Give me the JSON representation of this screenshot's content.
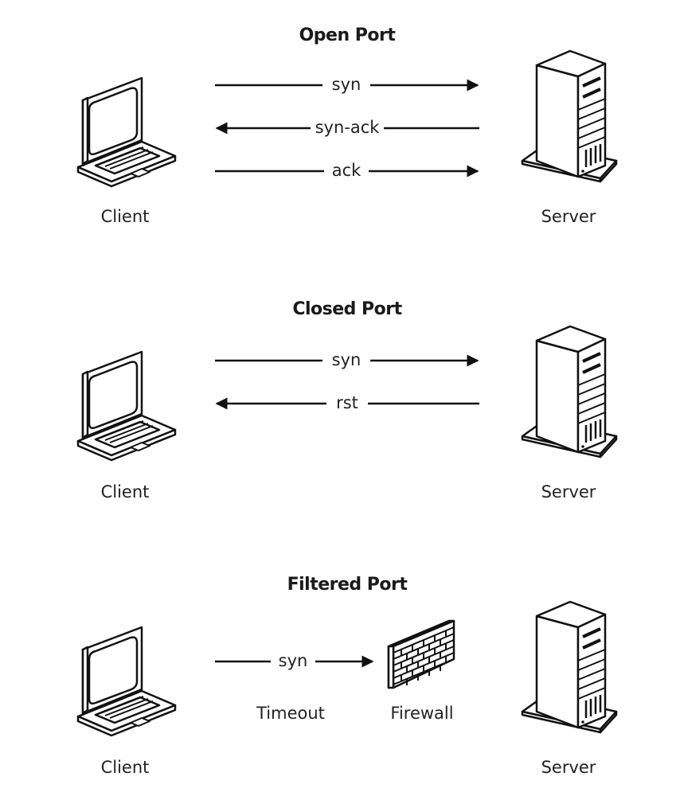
{
  "sections": [
    {
      "title": "Open Port",
      "client_label": "Client",
      "server_label": "Server",
      "messages": [
        {
          "label": "syn",
          "direction": "client-to-server"
        },
        {
          "label": "syn-ack",
          "direction": "server-to-client"
        },
        {
          "label": "ack",
          "direction": "client-to-server"
        }
      ]
    },
    {
      "title": "Closed Port",
      "client_label": "Client",
      "server_label": "Server",
      "messages": [
        {
          "label": "syn",
          "direction": "client-to-server"
        },
        {
          "label": "rst",
          "direction": "server-to-client"
        }
      ]
    },
    {
      "title": "Filtered Port",
      "client_label": "Client",
      "server_label": "Server",
      "firewall_label": "Firewall",
      "timeout_label": "Timeout",
      "messages": [
        {
          "label": "syn",
          "direction": "client-to-firewall"
        }
      ]
    }
  ],
  "icons": {
    "client": "laptop-icon",
    "server": "server-tower-icon",
    "firewall": "brick-wall-icon"
  }
}
